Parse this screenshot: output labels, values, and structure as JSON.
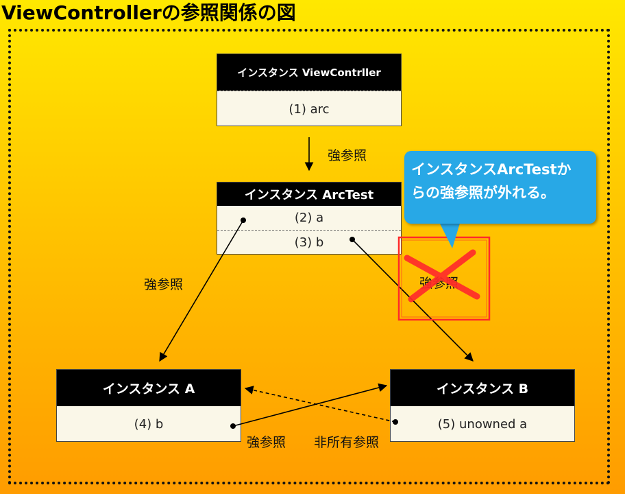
{
  "title": "ViewControllerの参照関係の図",
  "boxes": {
    "viewcontroller": {
      "header": "インスタンス ViewContrller",
      "rows": [
        "(1) arc"
      ]
    },
    "arctest": {
      "header": "インスタンス ArcTest",
      "rows": [
        "(2) a",
        "(3) b"
      ]
    },
    "instance_a": {
      "header": "インスタンス A",
      "rows": [
        "(4) b"
      ]
    },
    "instance_b": {
      "header": "インスタンス B",
      "rows": [
        "(5) unowned a"
      ]
    }
  },
  "labels": {
    "vc_to_arctest": "強参照",
    "arctest_to_a": "強参照",
    "arctest_to_b_crossed": "強参照",
    "a_to_b": "強参照",
    "b_to_a": "非所有参照"
  },
  "callout": {
    "line1": "インスタンスArcTestか",
    "line2": "らの強参照が外れる。"
  },
  "colors": {
    "cross": "#ff2a2a",
    "callout": "#28a8e6",
    "header_bg": "#000000",
    "row_bg": "#faf7e8"
  }
}
